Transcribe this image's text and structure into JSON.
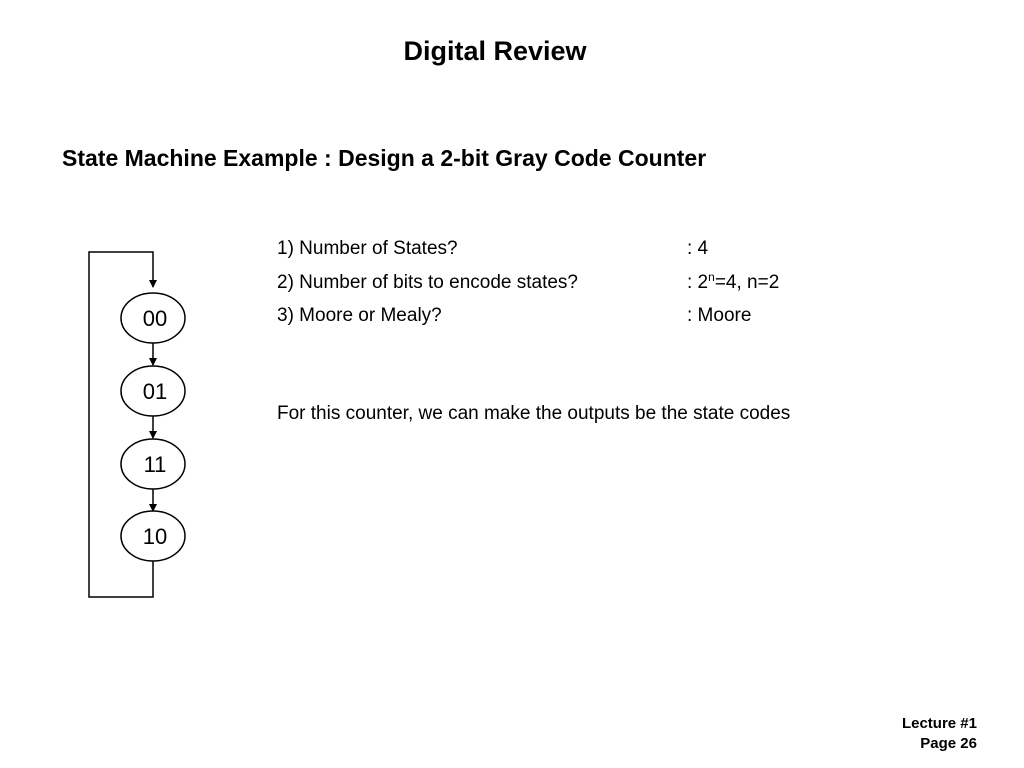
{
  "slide": {
    "title": "Digital Review",
    "subtitle": "State Machine Example : Design a 2-bit Gray Code Counter"
  },
  "state_diagram": {
    "states": [
      "00",
      "01",
      "11",
      "10"
    ]
  },
  "questions": [
    {
      "question": "1) Number of States?",
      "answer": ": 4"
    },
    {
      "question": "2) Number of bits to encode states?",
      "answer_prefix": ": 2",
      "answer_sup": "n",
      "answer_suffix": "=4, n=2"
    },
    {
      "question": "3) Moore or Mealy?",
      "answer": ": Moore"
    }
  ],
  "note": "For this counter, we can make the outputs be the state codes",
  "footer": {
    "lecture": "Lecture #1",
    "page": "Page 26"
  }
}
